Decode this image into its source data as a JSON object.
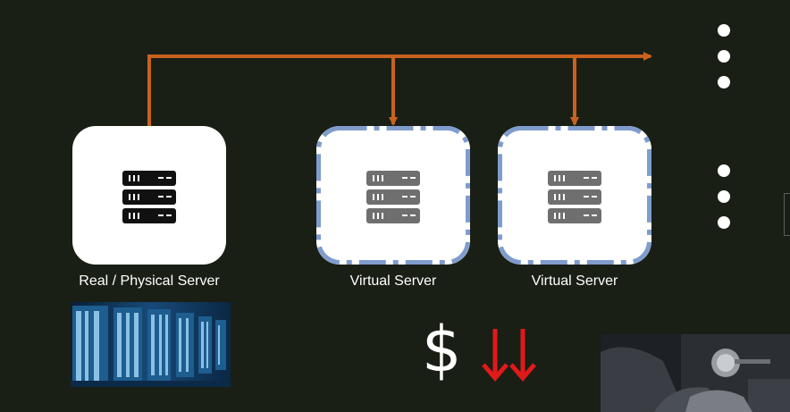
{
  "diagram": {
    "nodes": [
      {
        "id": "real",
        "label": "Real / Physical Server",
        "style": "solid"
      },
      {
        "id": "virtual-1",
        "label": "Virtual Server",
        "style": "dashed"
      },
      {
        "id": "virtual-2",
        "label": "Virtual Server",
        "style": "dashed"
      }
    ],
    "edges": [
      {
        "from": "real",
        "to": "virtual-1"
      },
      {
        "from": "real",
        "to": "virtual-2"
      },
      {
        "from": "real",
        "to": "continuation"
      }
    ],
    "cost_symbol": "$",
    "cost_trend": "down",
    "continuation": "ellipsis"
  },
  "colors": {
    "background": "#1a1f16",
    "arrow": "#c8621e",
    "dashed_border": "#7f9ccd",
    "cost_arrows": "#e0191a",
    "card": "#ffffff",
    "real_icon": "#111111",
    "virtual_icon": "#6f6f6f"
  },
  "icons": {
    "server": "server-rack-icon",
    "down_arrows": "double-down-arrow-icon",
    "datacenter_photo": "datacenter-photo",
    "presenter_photo": "presenter-webcam-photo"
  }
}
